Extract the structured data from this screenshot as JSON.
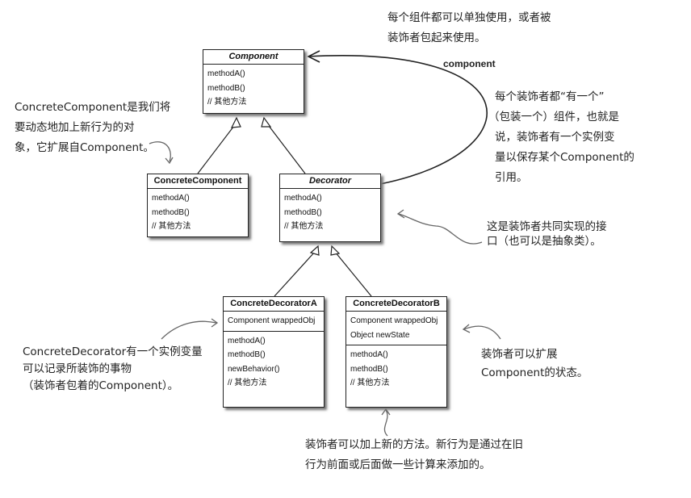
{
  "classes": {
    "component": {
      "name": "Component",
      "methods": [
        "methodA()",
        "methodB()",
        "// 其他方法"
      ]
    },
    "concrete_component": {
      "name": "ConcreteComponent",
      "methods": [
        "methodA()",
        "methodB()",
        "// 其他方法"
      ]
    },
    "decorator": {
      "name": "Decorator",
      "methods": [
        "methodA()",
        "methodB()",
        "// 其他方法"
      ]
    },
    "concrete_decorator_a": {
      "name": "ConcreteDecoratorA",
      "attributes": [
        "Component wrappedObj"
      ],
      "methods": [
        "methodA()",
        "methodB()",
        "newBehavior()",
        "// 其他方法"
      ]
    },
    "concrete_decorator_b": {
      "name": "ConcreteDecoratorB",
      "attributes": [
        "Component wrappedObj",
        "Object newState"
      ],
      "methods": [
        "methodA()",
        "methodB()",
        "// 其他方法"
      ]
    }
  },
  "association_label": "component",
  "notes": {
    "top": [
      "每个组件都可以单独使用，或者被",
      "装饰者包起来使用。"
    ],
    "right_top": [
      "每个装饰者都“有一个”",
      "（包装一个）组件，也就是",
      "说，装饰者有一个实例变",
      "量以保存某个Component的",
      "引用。"
    ],
    "left_top": [
      "ConcreteComponent是我们将",
      "要动态地加上新行为的对",
      "象，它扩展自Component。"
    ],
    "right_mid": [
      "这是装饰者共同实现的接",
      "口（也可以是抽象类）。"
    ],
    "left_bottom": [
      "ConcreteDecorator有一个实例变量",
      "可以记录所装饰的事物",
      "（装饰者包着的Component）。"
    ],
    "right_bottom": [
      "装饰者可以扩展",
      "Component的状态。"
    ],
    "bottom": [
      "装饰者可以加上新的方法。新行为是通过在旧",
      "行为前面或后面做一些计算来添加的。"
    ]
  }
}
